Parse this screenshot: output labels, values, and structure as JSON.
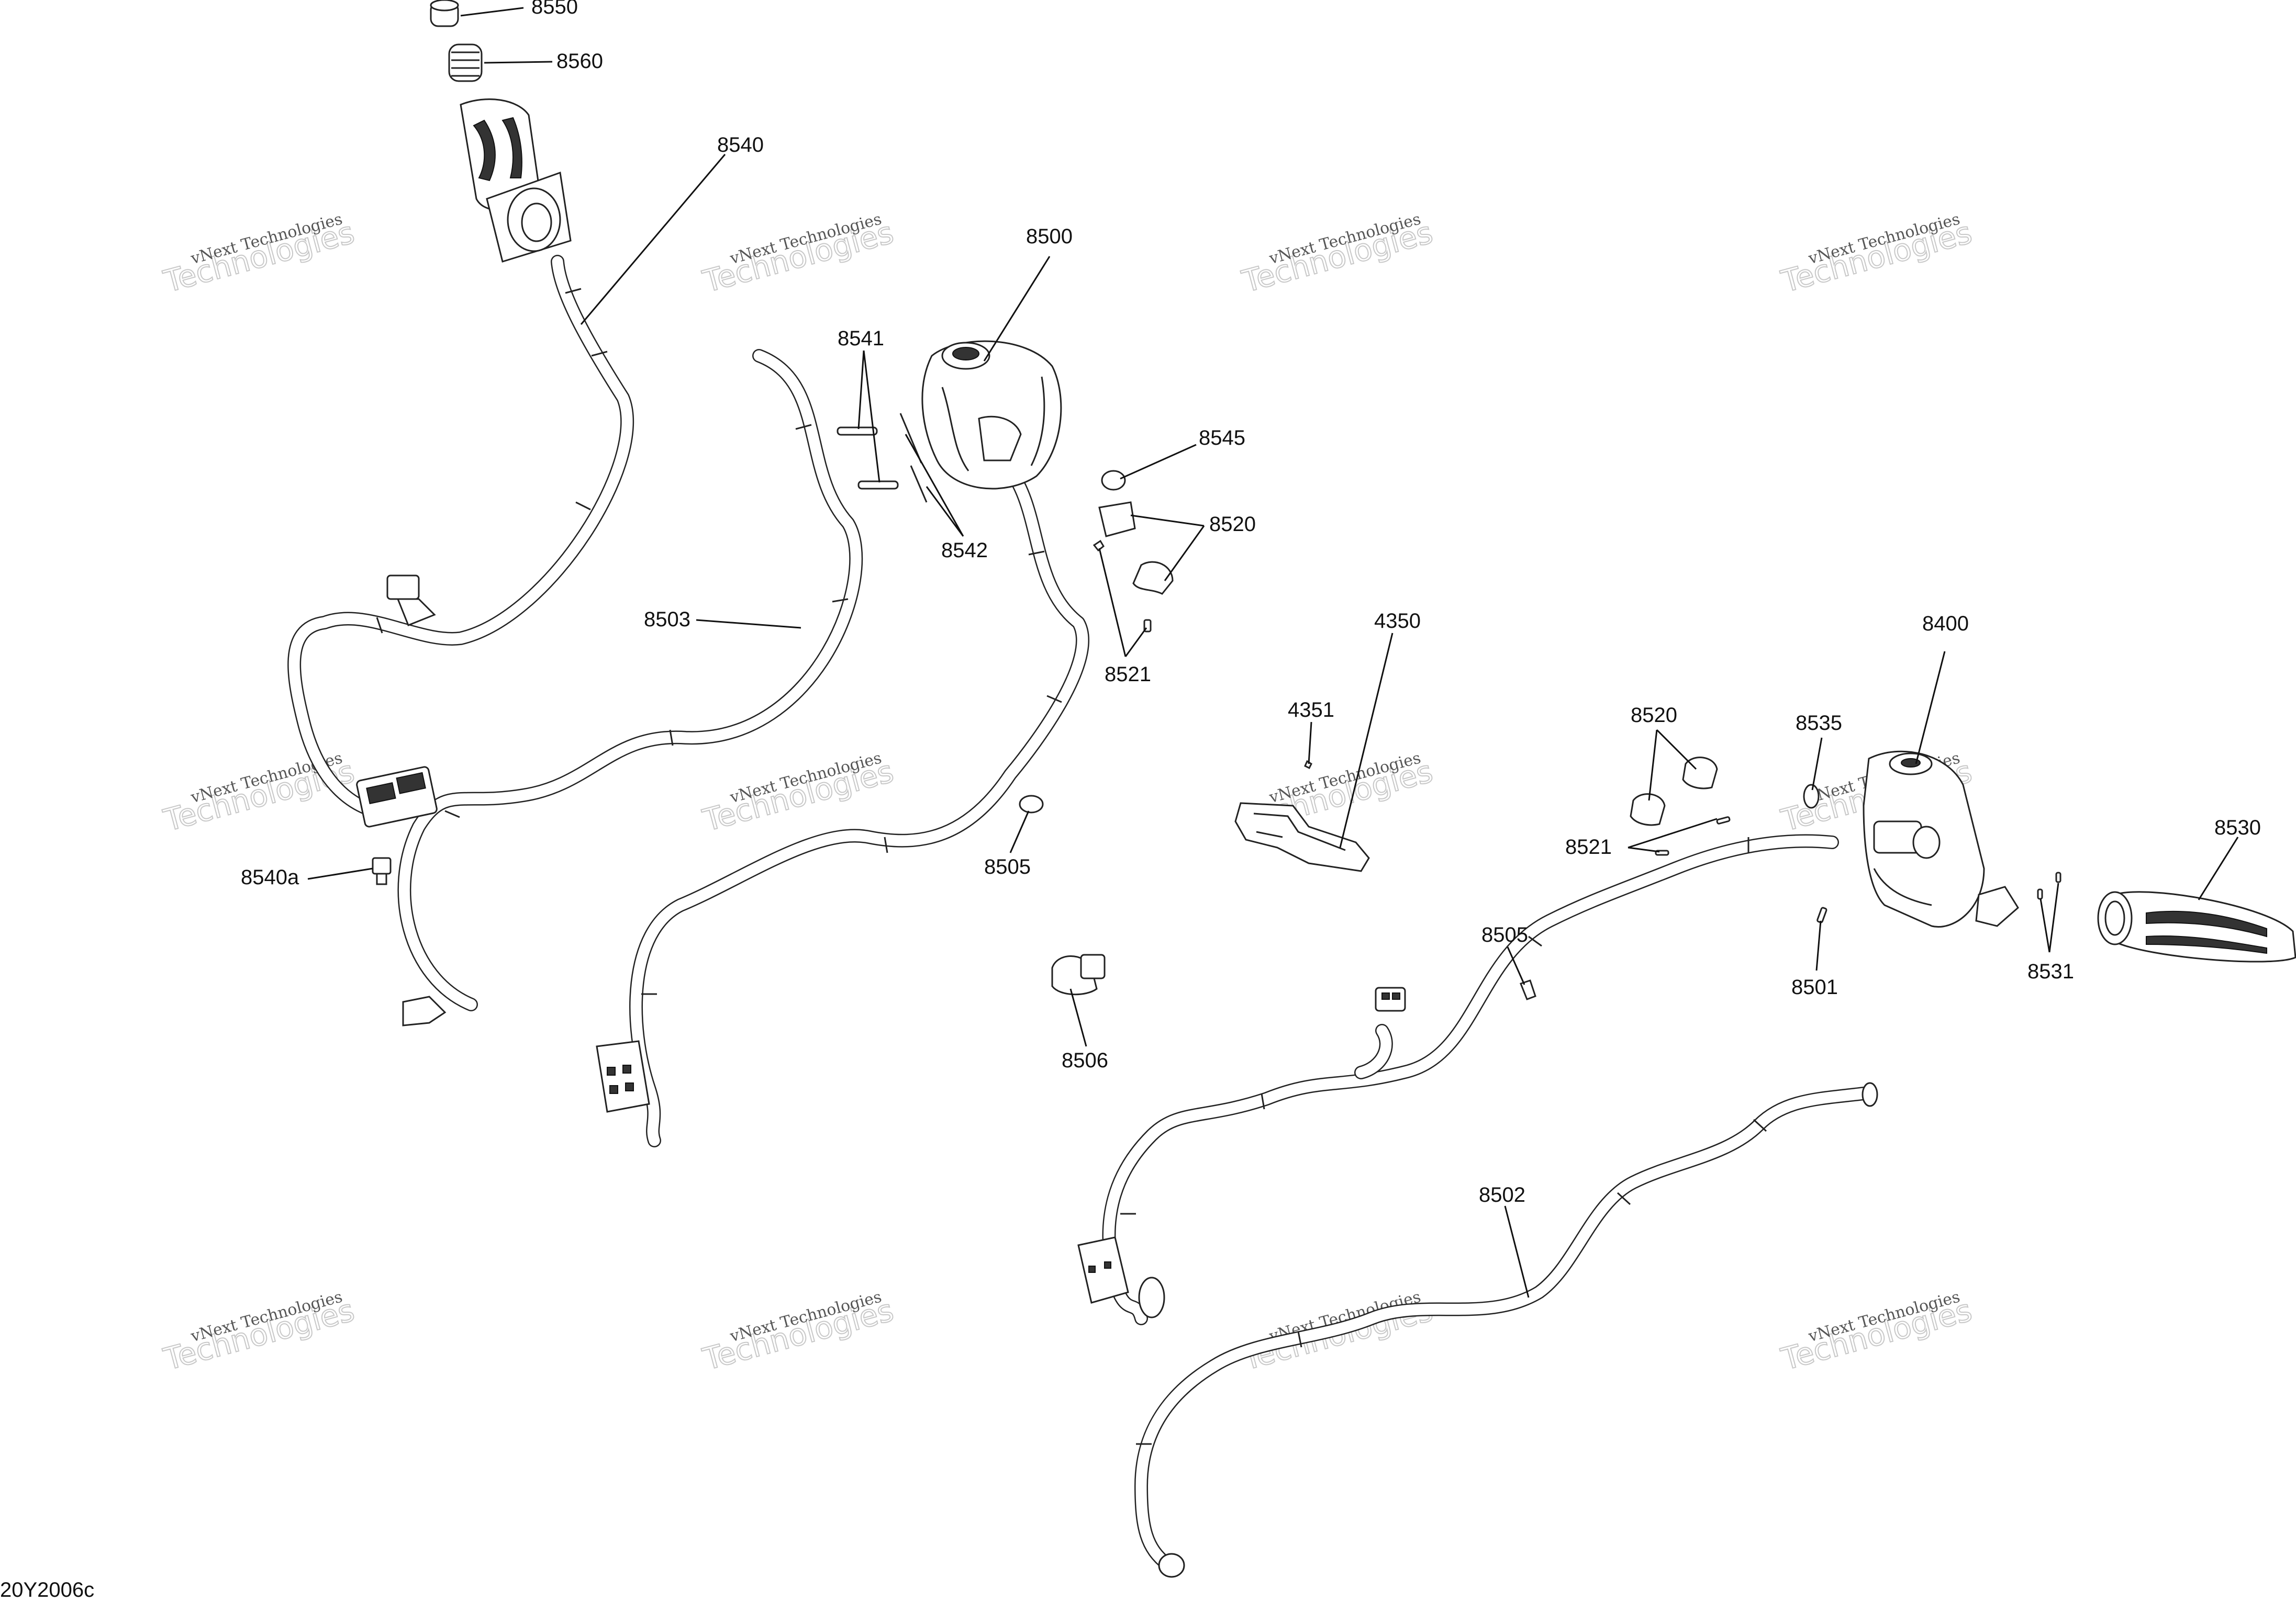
{
  "diagram_code": "20Y2006c",
  "watermark": {
    "line1": "vNext Technologies",
    "line2": "Technologies"
  },
  "labels": {
    "p8550": "8550",
    "p8560": "8560",
    "p8540": "8540",
    "p8500": "8500",
    "p8541": "8541",
    "p8545": "8545",
    "p8520a": "8520",
    "p8542": "8542",
    "p8503": "8503",
    "p8521a": "8521",
    "p4350": "4350",
    "p4351": "4351",
    "p8400": "8400",
    "p8520b": "8520",
    "p8535": "8535",
    "p8521b": "8521",
    "p8530": "8530",
    "p8540a": "8540a",
    "p8505a": "8505",
    "p8505b": "8505",
    "p8501": "8501",
    "p8531": "8531",
    "p8506": "8506",
    "p8502": "8502"
  }
}
